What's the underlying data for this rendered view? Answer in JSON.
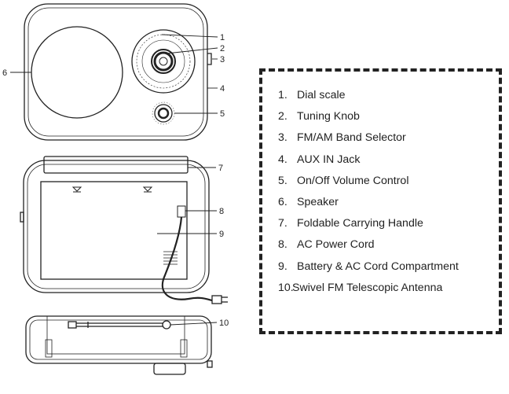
{
  "diagram": {
    "callouts": {
      "c1": "1",
      "c2": "2",
      "c3": "3",
      "c4": "4",
      "c5": "5",
      "c6": "6",
      "c7": "7",
      "c8": "8",
      "c9": "9",
      "c10": "10"
    },
    "legend": [
      {
        "num": "1.",
        "text": "Dial scale"
      },
      {
        "num": "2.",
        "text": "Tuning Knob"
      },
      {
        "num": "3.",
        "text": "FM/AM Band Selector"
      },
      {
        "num": "4.",
        "text": "AUX IN Jack"
      },
      {
        "num": "5.",
        "text": "On/Off Volume Control"
      },
      {
        "num": "6.",
        "text": "Speaker"
      },
      {
        "num": "7.",
        "text": "Foldable Carrying Handle"
      },
      {
        "num": "8.",
        "text": "AC Power Cord"
      },
      {
        "num": "9.",
        "text": "Battery & AC Cord Compartment"
      },
      {
        "num": "10.",
        "text": "Swivel FM Telescopic Antenna"
      }
    ]
  }
}
